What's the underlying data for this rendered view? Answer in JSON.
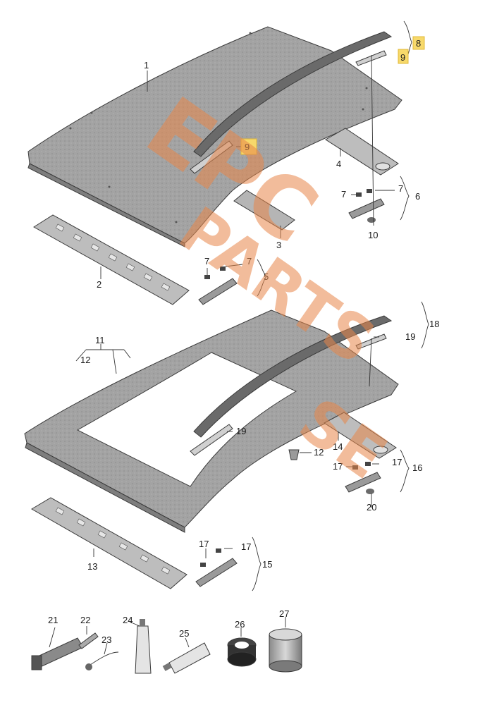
{
  "callouts": {
    "c1": "1",
    "c2": "2",
    "c3": "3",
    "c4": "4",
    "c5": "5",
    "c6": "6",
    "c7": "7",
    "c8": "8",
    "c9": "9",
    "c10": "10",
    "c11": "11",
    "c12": "12",
    "c13": "13",
    "c14": "14",
    "c15": "15",
    "c16": "16",
    "c17": "17",
    "c18": "18",
    "c19": "19",
    "c20": "20",
    "c21": "21",
    "c22": "22",
    "c23": "23",
    "c24": "24",
    "c25": "25",
    "c26": "26",
    "c27": "27"
  },
  "watermark": {
    "line1": "EPC",
    "line2": "PARTS",
    "line3": "SE"
  },
  "colors": {
    "highlight": "#f7d96b",
    "panel": "#9e9e9e",
    "panel_edge": "#5a5a5a",
    "watermark": "#e8874a"
  }
}
